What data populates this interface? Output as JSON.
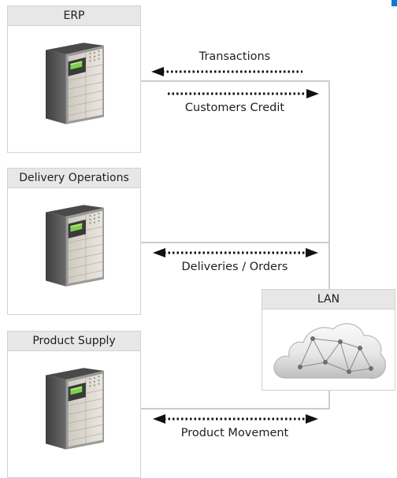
{
  "colors": {
    "panel_border": "#d2d2d2",
    "panel_header": "#e7e7e7",
    "arrow": "#111111",
    "accent": "#0a7bd4"
  },
  "systems": [
    {
      "id": "erp",
      "title": "ERP",
      "icon": "server-cabinet-icon"
    },
    {
      "id": "delivery",
      "title": "Delivery Operations",
      "icon": "server-cabinet-icon"
    },
    {
      "id": "supply",
      "title": "Product Supply",
      "icon": "server-cabinet-icon"
    }
  ],
  "network": {
    "title": "LAN",
    "icon": "network-cloud-icon"
  },
  "flows": {
    "transactions": {
      "label": "Transactions",
      "direction": "to-erp"
    },
    "customers_credit": {
      "label": "Customers Credit",
      "direction": "to-lan"
    },
    "deliveries_orders": {
      "label": "Deliveries / Orders",
      "direction": "both"
    },
    "product_movement": {
      "label": "Product Movement",
      "direction": "both"
    }
  }
}
